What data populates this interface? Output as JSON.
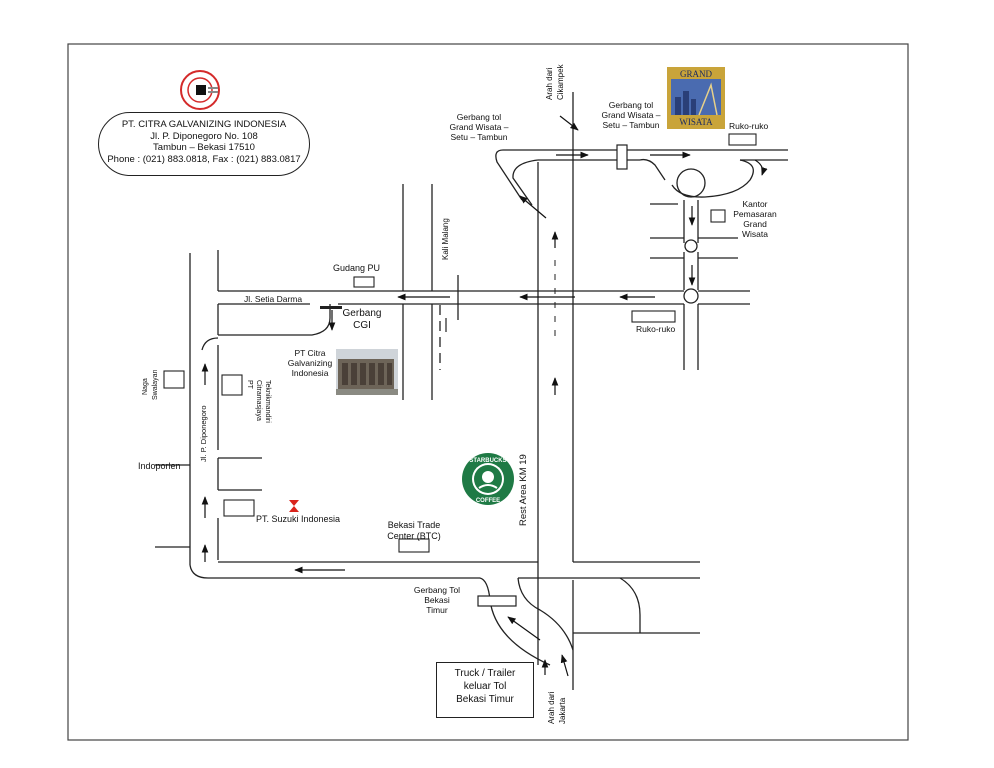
{
  "company": {
    "name": "PT. CITRA GALVANIZING INDONESIA",
    "address1": "Jl. P. Diponegoro No. 108",
    "address2": "Tambun – Bekasi 17510",
    "phone": "Phone : (021) 883.0818, Fax : (021) 883.0817"
  },
  "labels": {
    "gerbang_tol_gw_left": [
      "Gerbang tol",
      "Grand Wisata –",
      "Setu – Tambun"
    ],
    "gerbang_tol_gw_right": [
      "Gerbang tol",
      "Grand Wisata –",
      "Setu – Tambun"
    ],
    "arah_cikampek": [
      "Arah dari",
      "Cikampek"
    ],
    "ruko_top": "Ruko-ruko",
    "kantor": [
      "Kantor",
      "Pemasaran",
      "Grand",
      "Wisata"
    ],
    "kali_malang": "Kali Malang",
    "gudang_pu": "Gudang PU",
    "jl_setia_darma": "Jl. Setia Darma",
    "gerbang_cgi": [
      "Gerbang",
      "CGI"
    ],
    "ruko_mid": "Ruko-ruko",
    "pt_citra": [
      "PT Citra",
      "Galvanizing",
      "Indonesia"
    ],
    "naga_swalayan": [
      "Naga",
      "Swalayan"
    ],
    "pt_citramasjaya": [
      "PT",
      "Citramasjaya",
      "Teknikmandiri"
    ],
    "jl_diponegoro": "Jl. P. Diponegoro",
    "indoporlen": "Indoporlen",
    "pt_suzuki": "PT. Suzuki Indonesia",
    "bekasi_trade": [
      "Bekasi Trade",
      "Center (BTC)"
    ],
    "rest_area": "Rest Area KM 19",
    "gerbang_bekasi": [
      "Gerbang Tol",
      "Bekasi",
      "Timur"
    ],
    "truck": [
      "Truck / Trailer",
      "keluar Tol",
      "Bekasi Timur"
    ],
    "arah_jakarta": [
      "Arah dari",
      "Jakarta"
    ]
  },
  "logos": {
    "grand_wisata": [
      "GRAND",
      "WISATA"
    ],
    "starbucks": [
      "STARBUCKS",
      "COFFEE"
    ]
  },
  "colors": {
    "line": "#222222",
    "starbucks_green": "#1f7a45",
    "citra_red": "#d42a2a",
    "suzuki_red": "#d9241c",
    "gw_gold": "#c9a43a",
    "gw_blue": "#4a6bb0"
  }
}
